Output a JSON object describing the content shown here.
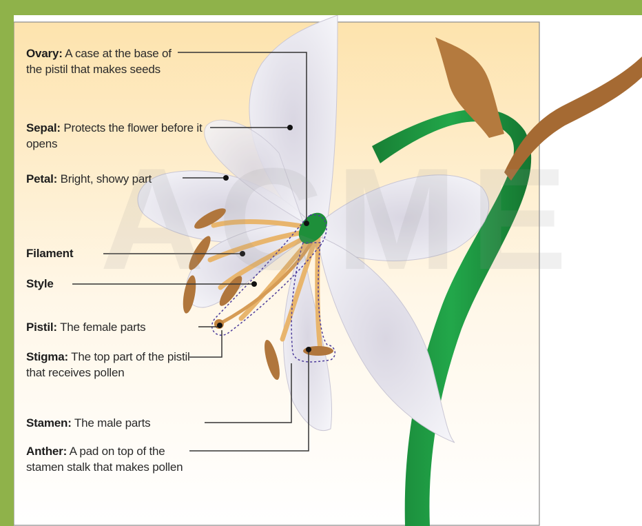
{
  "diagram": {
    "watermark": "ACME",
    "labels": {
      "ovary": {
        "term": "Ovary:",
        "desc": " A case at the base of the pistil that makes seeds"
      },
      "sepal": {
        "term": "Sepal:",
        "desc": " Protects the flower before it opens"
      },
      "petal": {
        "term": "Petal:",
        "desc": " Bright, showy part"
      },
      "filament": {
        "term": "Filament",
        "desc": ""
      },
      "style": {
        "term": "Style",
        "desc": ""
      },
      "pistil": {
        "term": "Pistil:",
        "desc": " The female parts"
      },
      "stigma": {
        "term": "Stigma:",
        "desc": " The top part of the pistil that receives pollen"
      },
      "stamen": {
        "term": "Stamen:",
        "desc": " The male parts"
      },
      "anther": {
        "term": "Anther:",
        "desc": " A pad on top of the stamen stalk that makes pollen"
      }
    },
    "colors": {
      "frame": "#8fb24a",
      "label_panel": "#fde7b8",
      "petal": "#ecebf1",
      "stem": "#1f9b43",
      "anther": "#b0763c",
      "filament": "#e8b56d",
      "ovary": "#1e8f3a",
      "bud": "#b47a3e"
    }
  }
}
